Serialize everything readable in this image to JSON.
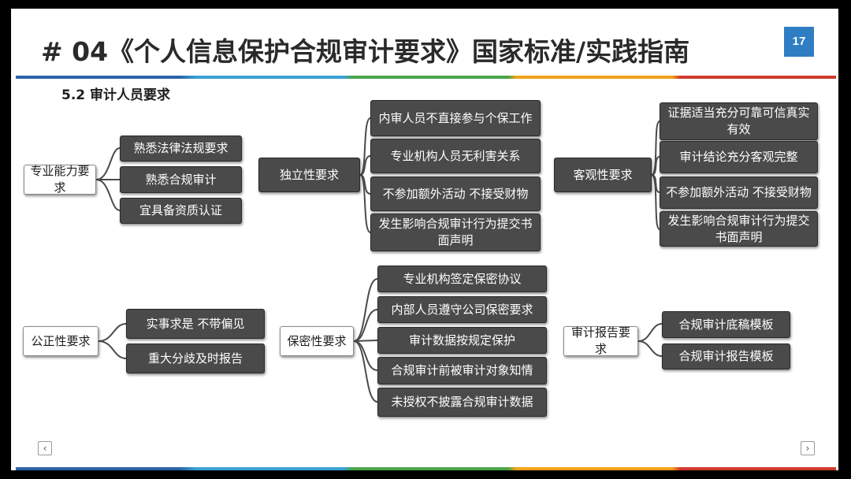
{
  "slide": {
    "title": "# 04《个人信息保护合规审计要求》国家标准/实践指南",
    "page_number": "17",
    "section": "5.2 审计人员要求"
  },
  "groups": [
    {
      "id": "g1",
      "root": "专业能力要求",
      "children": [
        "熟悉法律法规要求",
        "熟悉合规审计",
        "宜具备资质认证"
      ]
    },
    {
      "id": "g2",
      "root": "独立性要求",
      "children": [
        "内审人员不直接参与个保工作",
        "专业机构人员无利害关系",
        "不参加额外活动 不接受财物",
        "发生影响合规审计行为提交书面声明"
      ]
    },
    {
      "id": "g3",
      "root": "客观性要求",
      "children": [
        "证据适当充分可靠可信真实有效",
        "审计结论充分客观完整",
        "不参加额外活动 不接受财物",
        "发生影响合规审计行为提交书面声明"
      ]
    },
    {
      "id": "g4",
      "root": "公正性要求",
      "children": [
        "实事求是 不带偏见",
        "重大分歧及时报告"
      ]
    },
    {
      "id": "g5",
      "root": "保密性要求",
      "children": [
        "专业机构签定保密协议",
        "内部人员遵守公司保密要求",
        "审计数据按规定保护",
        "合规审计前被审计对象知情",
        "未授权不披露合规审计数据"
      ]
    },
    {
      "id": "g6",
      "root": "审计报告要求",
      "children": [
        "合规审计底稿模板",
        "合规审计报告模板"
      ]
    }
  ],
  "nav": {
    "prev_icon": "chevron-left-icon",
    "next_icon": "chevron-right-icon",
    "prev_glyph": "‹",
    "next_glyph": "›"
  },
  "colors": {
    "box": "#4a4a4a",
    "accent": "#2f7ec4"
  }
}
